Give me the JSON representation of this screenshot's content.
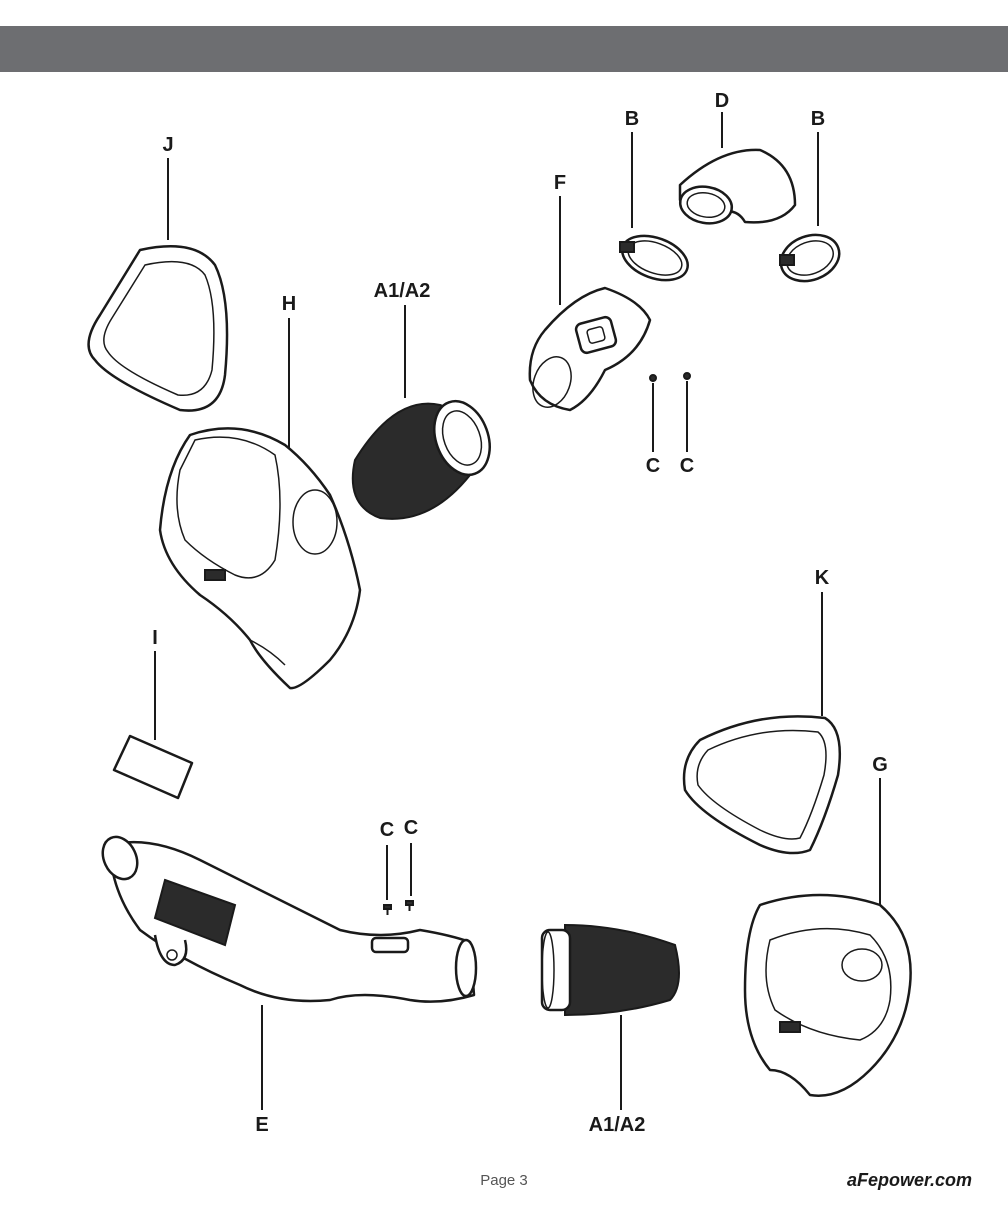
{
  "labels": {
    "j": "J",
    "h": "H",
    "a_top": "A1/A2",
    "f": "F",
    "b_left": "B",
    "d": "D",
    "b_right": "B",
    "c_top_1": "C",
    "c_top_2": "C",
    "k": "K",
    "i": "I",
    "g": "G",
    "c_bottom_1": "C",
    "c_bottom_2": "C",
    "e": "E",
    "a_bottom": "A1/A2"
  },
  "footer": {
    "page": "Page 3",
    "website": "aFepower.com"
  }
}
